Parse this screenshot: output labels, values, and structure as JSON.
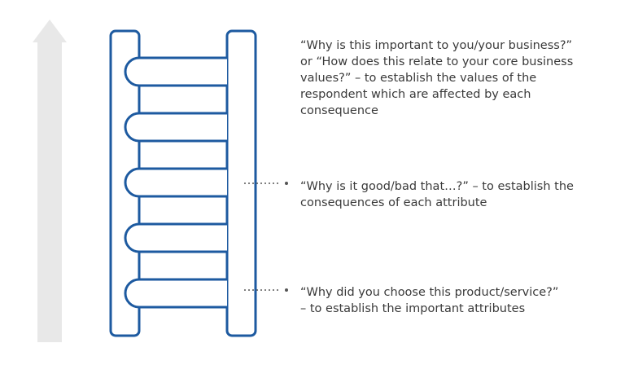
{
  "colors": {
    "ladder_stroke": "#1d5aa0",
    "arrow_fill": "#e8e8e8",
    "connector_dots": "#555555",
    "text": "#3a3a3a"
  },
  "ladder": {
    "rungs": 5
  },
  "annotations": [
    {
      "id": "values",
      "lines": [
        "“Why is this important to you/your business?”",
        "or “How does this relate to your core business",
        "values?”  – to establish the values of the",
        "respondent which are affected by each",
        "consequence"
      ]
    },
    {
      "id": "consequences",
      "lines": [
        "“Why is it good/bad that…?”  – to establish the",
        "consequences of each attribute"
      ]
    },
    {
      "id": "attributes",
      "lines": [
        "“Why did you choose this product/service?”",
        "– to establish the important attributes"
      ]
    }
  ]
}
